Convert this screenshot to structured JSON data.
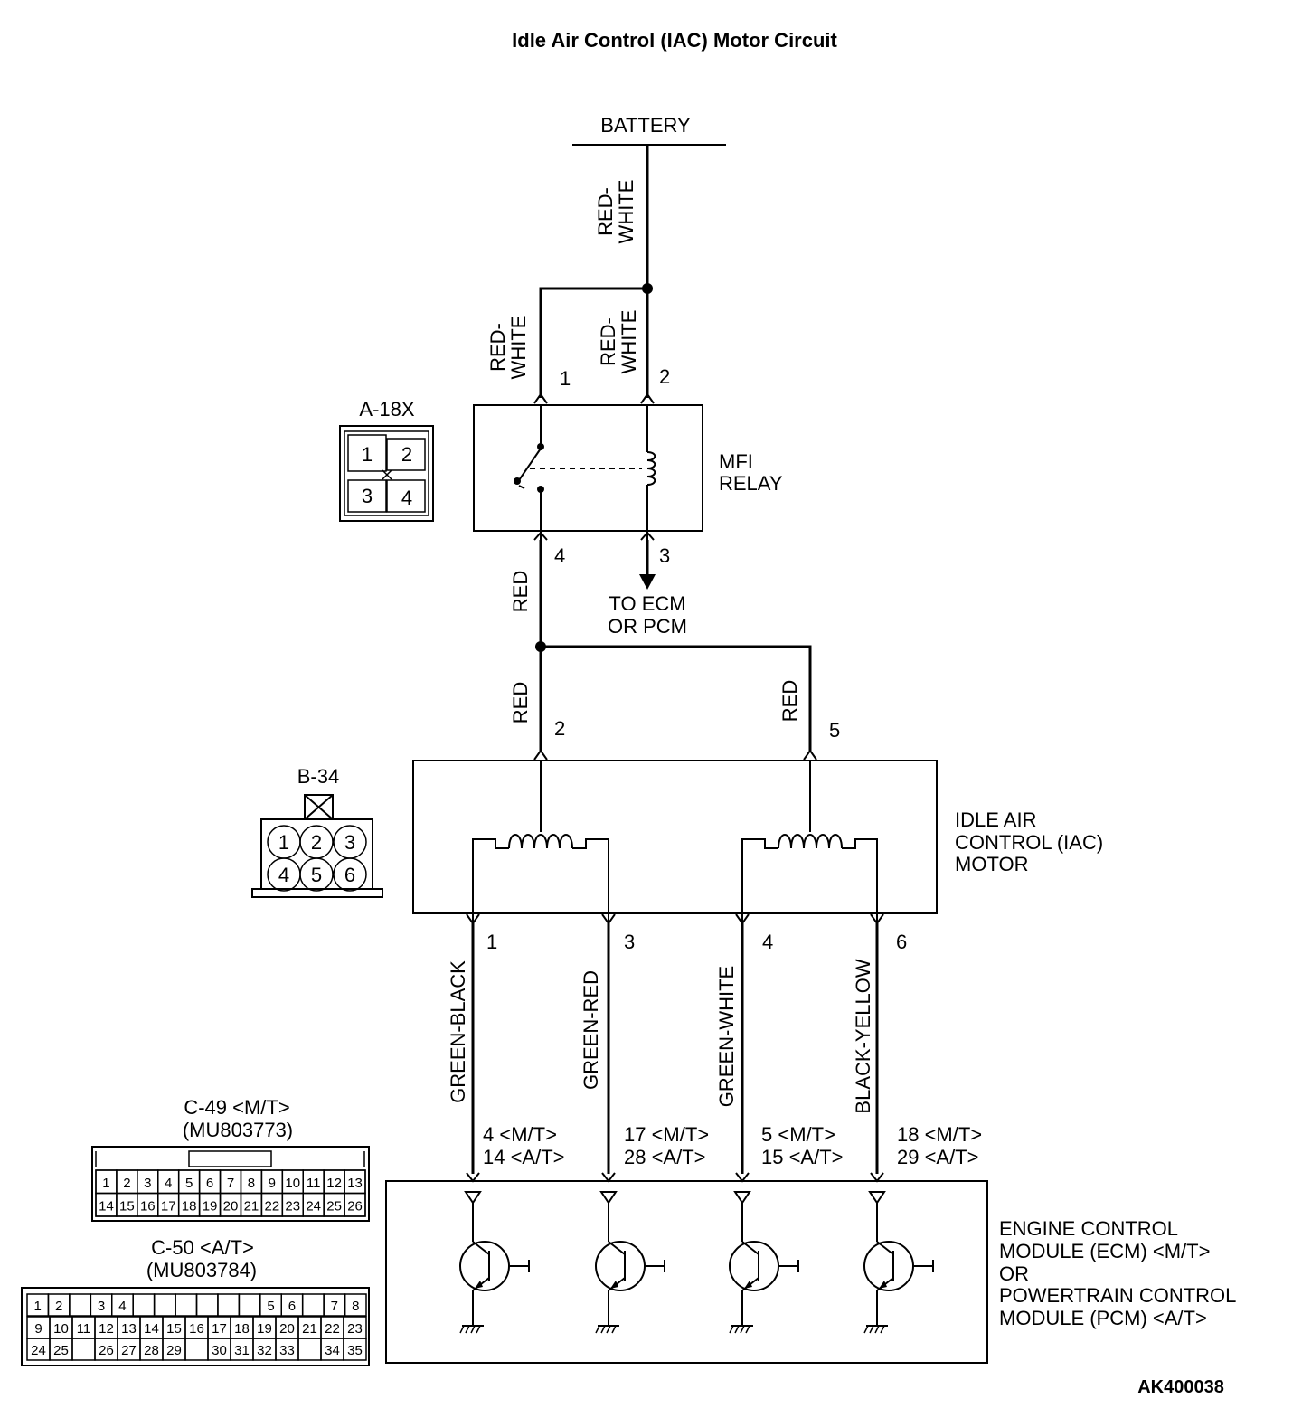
{
  "title": "Idle Air Control (IAC) Motor Circuit",
  "figure_id": "AK400038",
  "battery": "BATTERY",
  "wires": {
    "red_white": "RED-\nWHITE",
    "red": "RED",
    "green_black": "GREEN-BLACK",
    "green_red": "GREEN-RED",
    "green_white": "GREEN-WHITE",
    "black_yellow": "BLACK-YELLOW"
  },
  "relay": {
    "name_line1": "MFI",
    "name_line2": "RELAY",
    "pins": [
      "1",
      "2",
      "4",
      "3"
    ],
    "to_ecm_line1": "TO ECM",
    "to_ecm_line2": "OR PCM"
  },
  "iac": {
    "name_line1": "IDLE AIR",
    "name_line2": "CONTROL (IAC)",
    "name_line3": "MOTOR",
    "top_pins": [
      "2",
      "5"
    ],
    "bottom_pins": [
      "1",
      "3",
      "4",
      "6"
    ]
  },
  "ecm": {
    "name_line1": "ENGINE CONTROL",
    "name_line2": "MODULE (ECM) <M/T>",
    "name_line3": "OR",
    "name_line4": "POWERTRAIN CONTROL",
    "name_line5": "MODULE (PCM) <A/T>",
    "terminals": [
      {
        "mt": "4 <M/T>",
        "at": "14 <A/T>"
      },
      {
        "mt": "17 <M/T>",
        "at": "28 <A/T>"
      },
      {
        "mt": "5 <M/T>",
        "at": "15 <A/T>"
      },
      {
        "mt": "18 <M/T>",
        "at": "29 <A/T>"
      }
    ]
  },
  "connectors": {
    "a18x": {
      "label": "A-18X",
      "pins": [
        "1",
        "2",
        "3",
        "4"
      ]
    },
    "b34": {
      "label": "B-34",
      "pins": [
        "1",
        "2",
        "3",
        "4",
        "5",
        "6"
      ]
    },
    "c49": {
      "label": "C-49 <M/T>",
      "part": "(MU803773)",
      "row1": [
        "1",
        "2",
        "3",
        "4",
        "5",
        "6",
        "7",
        "8",
        "9",
        "10",
        "11",
        "12",
        "13"
      ],
      "row2": [
        "14",
        "15",
        "16",
        "17",
        "18",
        "19",
        "20",
        "21",
        "22",
        "23",
        "24",
        "25",
        "26"
      ]
    },
    "c50": {
      "label": "C-50 <A/T>",
      "part": "(MU803784)",
      "row1": [
        "1",
        "2",
        "",
        "3",
        "4",
        "",
        "",
        "",
        "",
        "",
        "",
        "5",
        "6",
        "",
        "7",
        "8"
      ],
      "row2": [
        "9",
        "10",
        "11",
        "12",
        "13",
        "14",
        "15",
        "16",
        "17",
        "18",
        "19",
        "20",
        "21",
        "22",
        "23"
      ],
      "row3": [
        "24",
        "25",
        "",
        "26",
        "27",
        "28",
        "29",
        "",
        "30",
        "31",
        "32",
        "33",
        "",
        "34",
        "35"
      ]
    }
  }
}
